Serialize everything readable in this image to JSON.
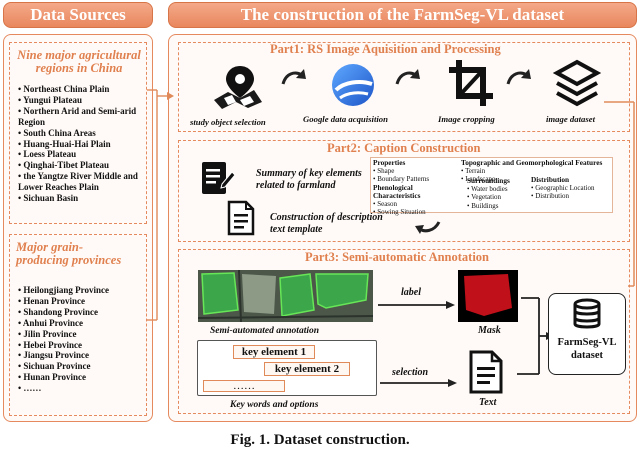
{
  "headers": {
    "left": "Data Sources",
    "right": "The construction of the FarmSeg-VL dataset"
  },
  "sources": {
    "regions_title": "Nine major agricultural regions in China",
    "regions": [
      "Northeast China Plain",
      "Yungui Plateau",
      "Northern Arid and Semi-arid Region",
      "South China Areas",
      "Huang-Huai-Hai Plain",
      "Loess Plateau",
      "Qinghai-Tibet Plateau",
      "the Yangtze River Middle and Lower Reaches Plain",
      "Sichuan Basin"
    ],
    "provinces_title": "Major grain-producing provinces",
    "provinces": [
      "Heilongjiang Province",
      "Henan Province",
      "Shandong Province",
      "Anhui Province",
      "Jilin Province",
      "Hebei Province",
      "Jiangsu Province",
      "Sichuan Province",
      "Hunan Province",
      "……"
    ]
  },
  "part1": {
    "title": "Part1:  RS Image Aquisition and Processing",
    "steps": [
      "study object selection",
      "Google data acquisition",
      "Image cropping",
      "image dataset"
    ],
    "icons": [
      "map-pin-icon",
      "google-earth-icon",
      "crop-icon",
      "layers-icon"
    ]
  },
  "part2": {
    "title": "Part2:  Caption Construction",
    "summary": "Summary of key elements related to farmland",
    "construction": "Construction of description text template",
    "table": {
      "c1_h1": "Properties",
      "c1_i1": [
        "• Shape",
        "• Boundary Patterns"
      ],
      "c1_h2": "Phenological Characteristics",
      "c1_i2": [
        "• Season",
        "• Sowing Situation"
      ],
      "c2_h1": "Topographic and Geomorphological Features",
      "c2_i1": [
        "• Terrain",
        "• Landscape"
      ],
      "c2_h2": "Surroundings",
      "c2_i2": [
        "• Water bodies",
        "• Vegetation",
        "• Buildings"
      ],
      "c3_h": "Distribution",
      "c3_i": [
        "• Geographic Location",
        "• Distribution"
      ]
    }
  },
  "part3": {
    "title": "Part3:  Semi-automatic Annotation",
    "semi_caption": "Semi-automated annotation",
    "label_text": "label",
    "mask_caption": "Mask",
    "chips": [
      "key element 1",
      "key element 2",
      "……"
    ],
    "keywords_caption": "Key words and options",
    "selection_text": "selection",
    "text_caption": "Text",
    "dataset_label": "FarmSeg-VL dataset"
  },
  "figure_caption": "Fig. 1. Dataset construction.",
  "colors": {
    "accent": "#e9875e",
    "border": "#e58a5f",
    "arrow": "#222222"
  }
}
